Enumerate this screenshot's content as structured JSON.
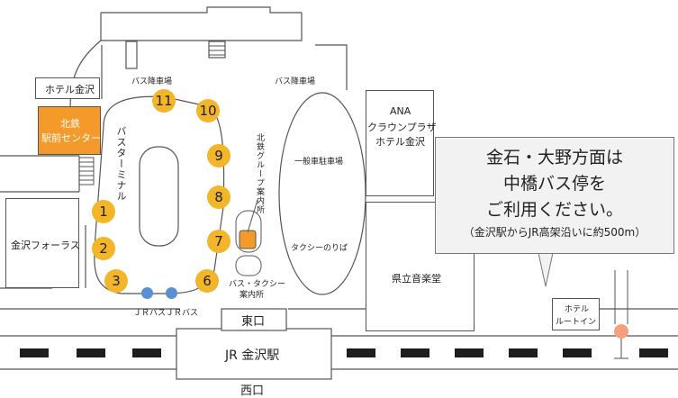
{
  "buildings": {
    "hotel_kanazawa": "ホテル金沢",
    "hokutetsu_center_line1": "北鉄",
    "hokutetsu_center_line2": "駅前センター",
    "kanazawa_forus": "金沢フォーラス",
    "ana_line1": "ANA",
    "ana_line2": "クラウンプラザ",
    "ana_line3": "ホテル金沢",
    "kenritsu_ongakudo": "県立音楽堂",
    "hotel_route_inn_line1": "ホテル",
    "hotel_route_inn_line2": "ルートイン"
  },
  "labels": {
    "bus_drop_left": "バス降車場",
    "bus_drop_right": "バス降車場",
    "bus_terminal": "バスターミナル",
    "hokutetsu_info": "北鉄グループ案内所",
    "bus_taxi_info_line1": "バス・タクシー",
    "bus_taxi_info_line2": "案内所",
    "parking": "一般車駐車場",
    "taxi_stand": "タクシーのりば",
    "jr_bus_1": "ＪＲバス",
    "jr_bus_2": "ＪＲバス",
    "east_exit": "東口",
    "west_exit": "西口",
    "station": "JR 金沢駅"
  },
  "bus_stops": [
    "1",
    "2",
    "3",
    "6",
    "7",
    "8",
    "9",
    "10",
    "11"
  ],
  "callout": {
    "line1": "金石・大野方面は",
    "line2": "中橋バス停を",
    "line3": "ご利用ください。",
    "note": "（金沢駅からJR高架沿いに約500m）"
  },
  "colors": {
    "stop": "#f3b52a",
    "hokutetsu": "#f39a2a",
    "jr_bus": "#5b8fd0",
    "marker": "#f4a07e"
  }
}
